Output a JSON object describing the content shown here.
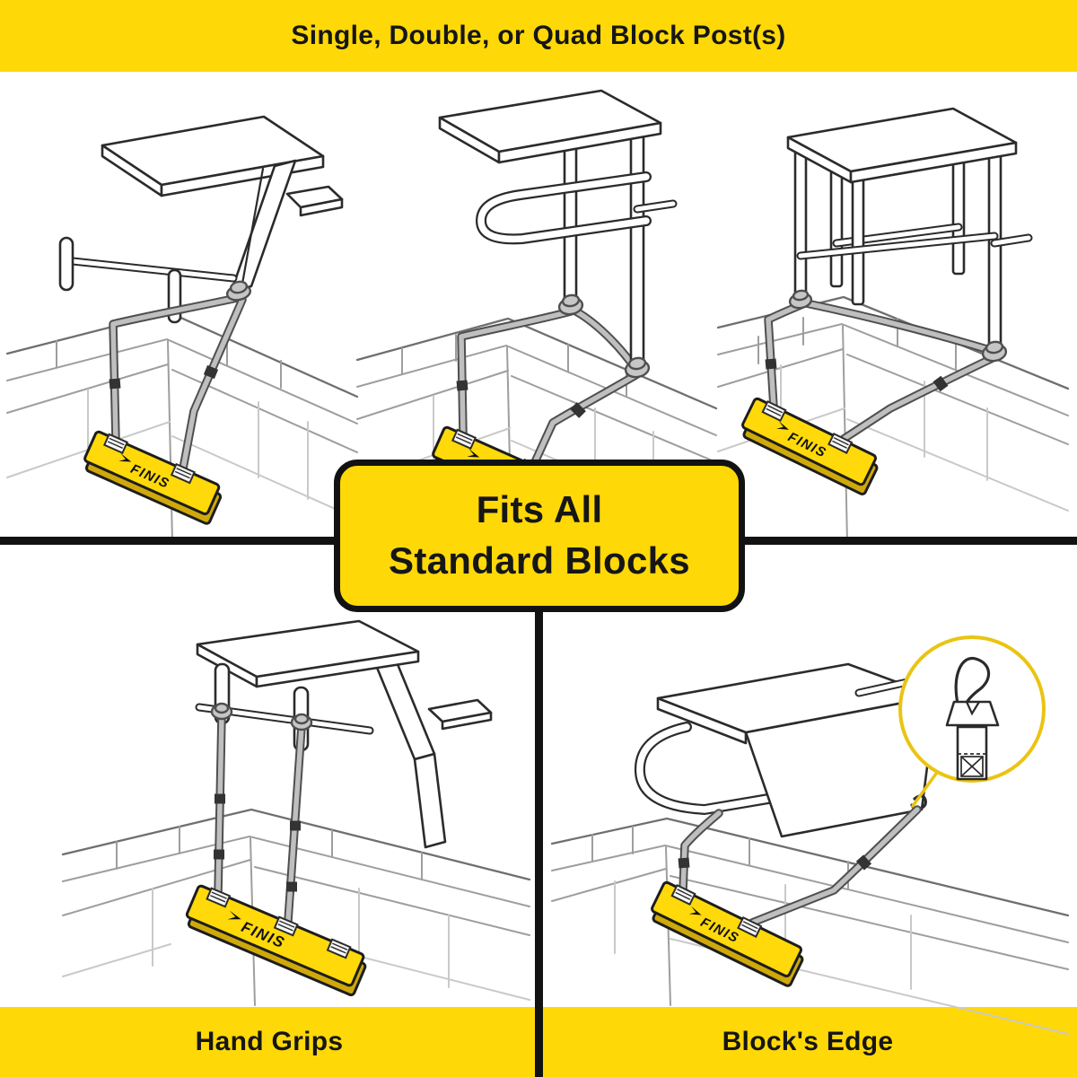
{
  "top_banner": {
    "label": "Single, Double, or Quad Block Post(s)"
  },
  "center_badge": {
    "line1": "Fits All",
    "line2": "Standard Blocks"
  },
  "captions": {
    "bottom_left": "Hand Grips",
    "bottom_right": "Block's Edge"
  },
  "brand": {
    "logo_text": "FINIS"
  },
  "colors": {
    "banner_yellow": "#FFD808",
    "ledge_yellow": "#FFD90A",
    "ledge_shadow_yellow": "#CFA90B",
    "ink_black": "#121212",
    "strap_gray": "#BFBFBF",
    "strap_outline_gray": "#4F4F4F",
    "line_art_gray": "#9E9E9E",
    "inset_ring_yellow": "#EAC412",
    "background_white": "#FFFFFF"
  },
  "icons": {
    "inset_detail": "s-hook-icon",
    "block_edge_attachment": "edge-hook-icon",
    "ledge_logo_mark": "finis-swoosh-icon"
  }
}
